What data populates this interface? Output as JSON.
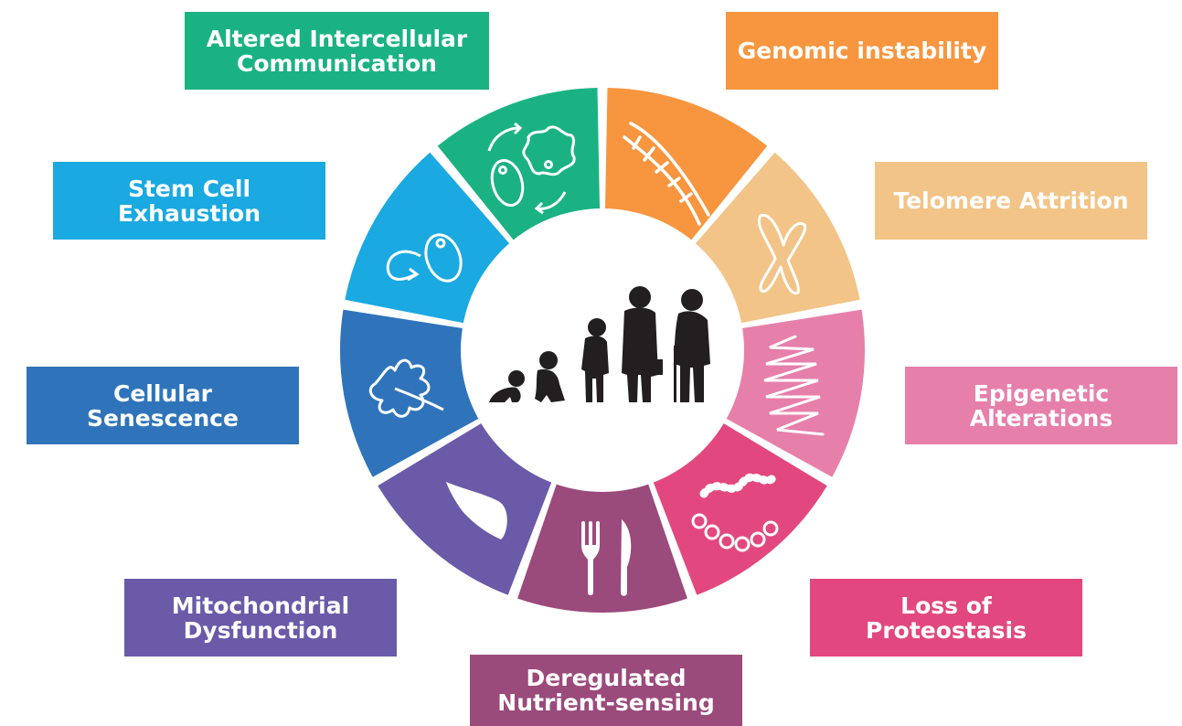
{
  "hallmarks": [
    {
      "key": "genomic",
      "label": "Genomic instability",
      "color": "#F7963F",
      "icon": "dna-helix-icon"
    },
    {
      "key": "telomere",
      "label": "Telomere Attrition",
      "color": "#F2C487",
      "icon": "chromosome-icon"
    },
    {
      "key": "epigenetic",
      "label": "Epigenetic\nAlterations",
      "color": "#E77FAB",
      "icon": "coiled-strand-icon"
    },
    {
      "key": "proteostasis",
      "label": "Loss of\nProteostasis",
      "color": "#E2487F",
      "icon": "protein-chain-icon"
    },
    {
      "key": "nutrient",
      "label": "Deregulated\nNutrient-sensing",
      "color": "#9B4A7C",
      "icon": "fork-knife-icon"
    },
    {
      "key": "mitochondrial",
      "label": "Mitochondrial\nDysfunction",
      "color": "#6A5AA8",
      "icon": "mitochondrion-icon"
    },
    {
      "key": "senescence",
      "label": "Cellular\nSenescence",
      "color": "#2F74BA",
      "icon": "leaf-icon"
    },
    {
      "key": "stemcell",
      "label": "Stem Cell\nExhaustion",
      "color": "#1AA9E1",
      "icon": "stem-cell-icon"
    },
    {
      "key": "intercellular",
      "label": "Altered Intercellular\nCommunication",
      "color": "#1BB283",
      "icon": "cell-communication-icon"
    }
  ],
  "center": {
    "icon": "human-aging-silhouettes-icon"
  }
}
